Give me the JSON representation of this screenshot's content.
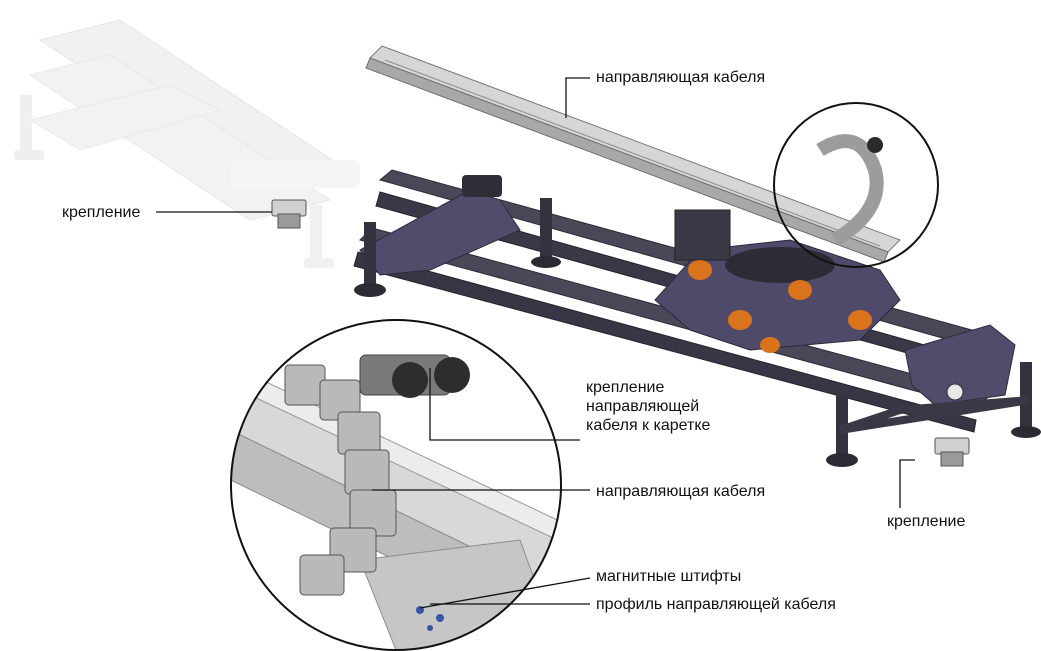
{
  "title": "",
  "labels": {
    "cable_guide_top": "направляющая кабеля",
    "mount_left": "крепление",
    "mount_carriage": "крепление\nнаправляющей\nкабеля к каретке",
    "cable_guide_detail": "направляющая кабеля",
    "magnetic_pins": "магнитные штифты",
    "cable_guide_profile": "профиль направляющей кабеля",
    "mount_right": "крепление"
  },
  "colors": {
    "metal_dark": "#3c3a48",
    "metal_purple": "#4f4a6a",
    "accent_orange": "#d9731c",
    "ghost": "#e4e4e4",
    "rail_light": "#c9c9c9",
    "chain": "#b9b9b9"
  }
}
